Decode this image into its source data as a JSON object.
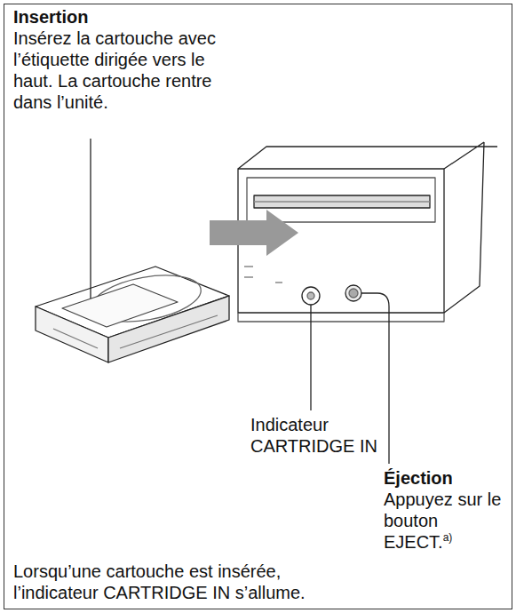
{
  "diagram": {
    "nodes": [
      {
        "text": [
          "Insertion",
          "Insérez la cartouche avec l’étiquette dirigée vers le haut. La cartouche rentre dans l’unité.",
          "Lorsqu’une cartouche est insérée, l’indicateur CARTRIDGE IN s’allume."
        ]
      }
    ],
    "labels": [
      "Indicateur CARTRIDGE IN",
      "Éjection",
      "Appuyez sur le bouton EJECT.",
      "a)"
    ]
  }
}
